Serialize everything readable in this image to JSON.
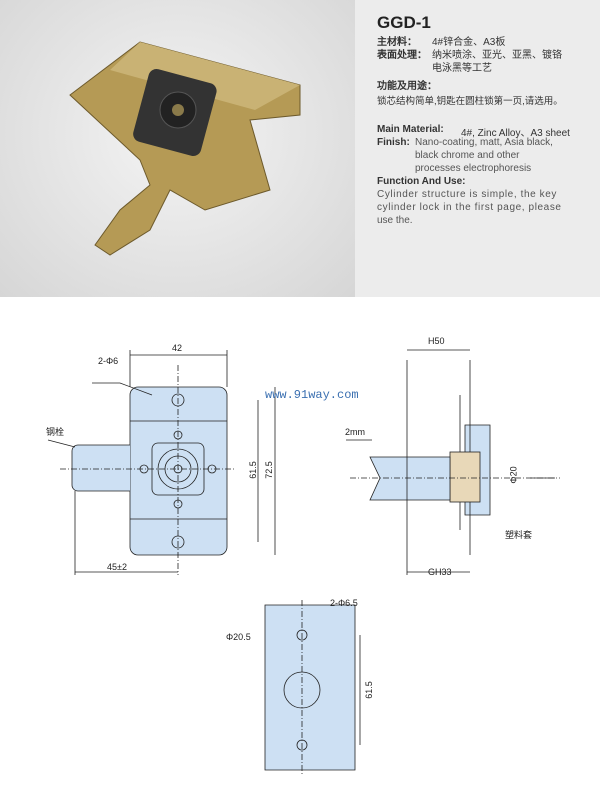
{
  "product": {
    "model": "GGD-1",
    "cn": {
      "material_label": "主材料：",
      "material": "4#锌合金、A3板",
      "finish_label": "表面处理：",
      "finish_1": "纳米喷涂、亚光、亚黑、镀铬",
      "finish_2": "电泳黑等工艺",
      "use_label": "功能及用途：",
      "use": "锁芯结构简单,钥匙在圆柱锁第一页,请选用。"
    },
    "en": {
      "material_label": "Main Material:",
      "material": "4#, Zinc Alloy、A3 sheet",
      "finish_label": "Finish:",
      "finish_1": "Nano-coating, matt, Asia black,",
      "finish_2": "black chrome and other",
      "finish_3": "processes electrophoresis",
      "use_label": "Function And Use:",
      "use_1": "Cylinder structure is simple, the key",
      "use_2": "cylinder lock in the first page, please",
      "use_3": "use the."
    }
  },
  "watermark": "www.91way.com",
  "front_view": {
    "width": "42",
    "holes": "2-Φ6",
    "bolt": "钢栓",
    "hole_pitch": "61.5",
    "height": "72.5",
    "offset": "45±2"
  },
  "side_view": {
    "depth": "H50",
    "travel": "2mm",
    "diameter": "Φ20",
    "sleeve": "塑料套",
    "gh": "GH33"
  },
  "cutout": {
    "holes": "2-Φ6.5",
    "bore": "Φ20.5",
    "pitch": "61.5"
  }
}
